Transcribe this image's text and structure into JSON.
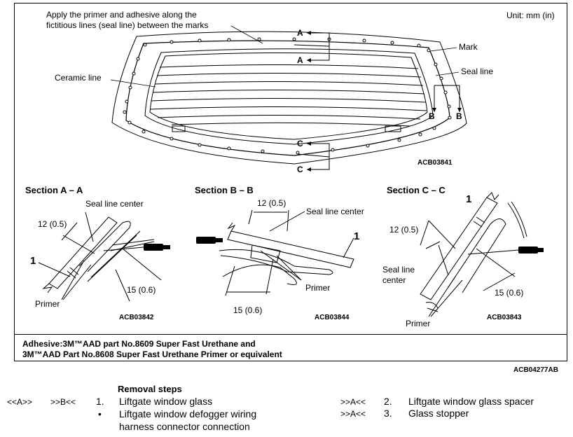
{
  "main_view": {
    "unit": "Unit: mm (in)",
    "apply_note_line1": "Apply the primer and adhesive along the",
    "apply_note_line2": "fictitious lines (seal line) between the marks",
    "mark_label": "Mark",
    "seal_line_label": "Seal line",
    "ceramic_line_label": "Ceramic line",
    "section_markers": [
      "A",
      "A",
      "B",
      "B",
      "C",
      "C"
    ],
    "code": "ACB03841"
  },
  "section_a": {
    "title": "Section A – A",
    "seal_line_center": "Seal line center",
    "dim1": "12 (0.5)",
    "dim2": "15 (0.6)",
    "part_number": "1",
    "primer": "Primer",
    "code": "ACB03842"
  },
  "section_b": {
    "title": "Section B – B",
    "seal_line_center": "Seal line center",
    "dim1": "12 (0.5)",
    "dim2": "15 (0.6)",
    "part_number": "1",
    "primer": "Primer",
    "code": "ACB03844"
  },
  "section_c": {
    "title": "Section C – C",
    "seal_line_center_1": "Seal line",
    "seal_line_center_2": "center",
    "dim1": "12 (0.5)",
    "dim2": "15 (0.6)",
    "part_number": "1",
    "primer": "Primer",
    "code": "ACB03843"
  },
  "adhesive_note": {
    "line1": "Adhesive:3M™AAD part No.8609 Super Fast Urethane and",
    "line2": "3M™AAD Part No.8608 Super Fast Urethane Primer or equivalent"
  },
  "figure_code": "ACB04277AB",
  "removal": {
    "heading": "Removal steps",
    "steps": [
      {
        "tags": "<<A>>",
        "tag2": ">>B<<",
        "num": "1.",
        "text": "Liftgate window glass"
      },
      {
        "num": "•",
        "text": "Liftgate window defogger wiring",
        "text2": "harness connector connection"
      },
      {
        "tag2": ">>A<<",
        "num": "2.",
        "text": "Liftgate window glass spacer"
      },
      {
        "tag2": ">>A<<",
        "num": "3.",
        "text": "Glass stopper"
      }
    ]
  }
}
